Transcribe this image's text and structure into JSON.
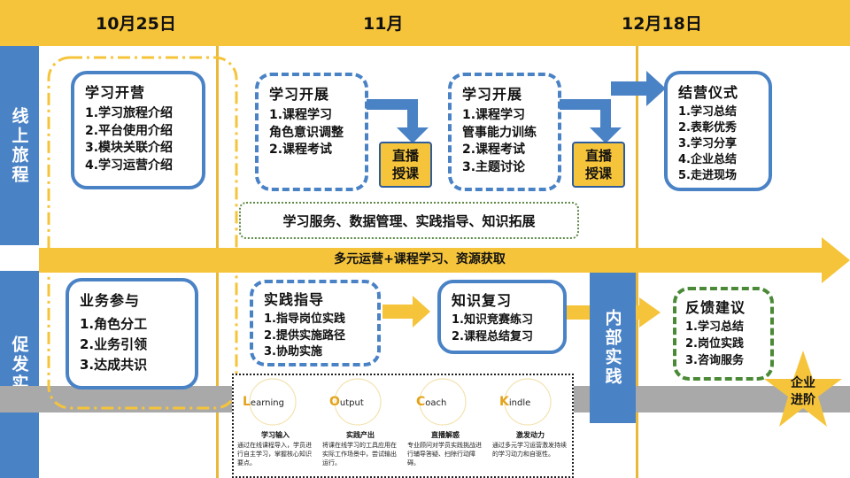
{
  "header": {
    "dates": [
      "10月25日",
      "11月",
      "12月18日"
    ]
  },
  "bands": {
    "online": "线上旅程",
    "practice": "促发实践",
    "internal": "内部实践"
  },
  "online": {
    "box1": {
      "title": "学习开营",
      "items": [
        "1.学习旅程介绍",
        "2.平台使用介绍",
        "3.模块关联介绍",
        "4.学习运营介绍"
      ]
    },
    "box2": {
      "title": "学习开展",
      "items": [
        "1.课程学习",
        "角色意识调整",
        "2.课程考试"
      ]
    },
    "box3": {
      "title": "学习开展",
      "items": [
        "1.课程学习",
        "管事能力训练",
        "2.课程考试",
        "3.主题讨论"
      ]
    },
    "box4": {
      "title": "结营仪式",
      "items": [
        "1.学习总结",
        "2.表彰优秀",
        "3.学习分享",
        "4.企业总结",
        "5.走进现场"
      ]
    },
    "live1": [
      "直播",
      "授课"
    ],
    "live2": [
      "直播",
      "授课"
    ],
    "service": "学习服务、数据管理、实践指导、知识拓展"
  },
  "main_arrow": "多元运营+课程学习、资源获取",
  "practice": {
    "box1": {
      "title": "业务参与",
      "items": [
        "1.角色分工",
        "2.业务引领",
        "3.达成共识"
      ]
    },
    "box2": {
      "title": "实践指导",
      "items": [
        "1.指导岗位实践",
        "2.提供实施路径",
        "3.协助实施"
      ]
    },
    "box3": {
      "title": "知识复习",
      "items": [
        "1.知识竞赛练习",
        "2.课程总结复习"
      ]
    },
    "box4": {
      "title": "反馈建议",
      "items": [
        "1.学习总结",
        "2.岗位实践",
        "3.咨询服务"
      ]
    }
  },
  "star": [
    "企业",
    "进阶"
  ],
  "loc": [
    {
      "initial": "L",
      "rest": "earning",
      "title": "学习输入",
      "desc": "通过在线课程导入，学员进行自主学习，掌握核心知识要点。"
    },
    {
      "initial": "O",
      "rest": "utput",
      "title": "实践产出",
      "desc": "将课在线学习的工具应用在实际工作场景中，尝试输出运行。"
    },
    {
      "initial": "C",
      "rest": "oach",
      "title": "直播解惑",
      "desc": "专业顾问对学员实践挑战进行辅导答疑、扫除行动障碍。"
    },
    {
      "initial": "K",
      "rest": "indle",
      "title": "激发动力",
      "desc": "通过多元学习运营激发持续的学习动力和自驱性。"
    }
  ],
  "colors": {
    "accent_yellow": "#f6c43a",
    "accent_blue": "#4a82c6",
    "dash_green": "#4a8a36",
    "ground_gray": "#a9a9a9"
  }
}
